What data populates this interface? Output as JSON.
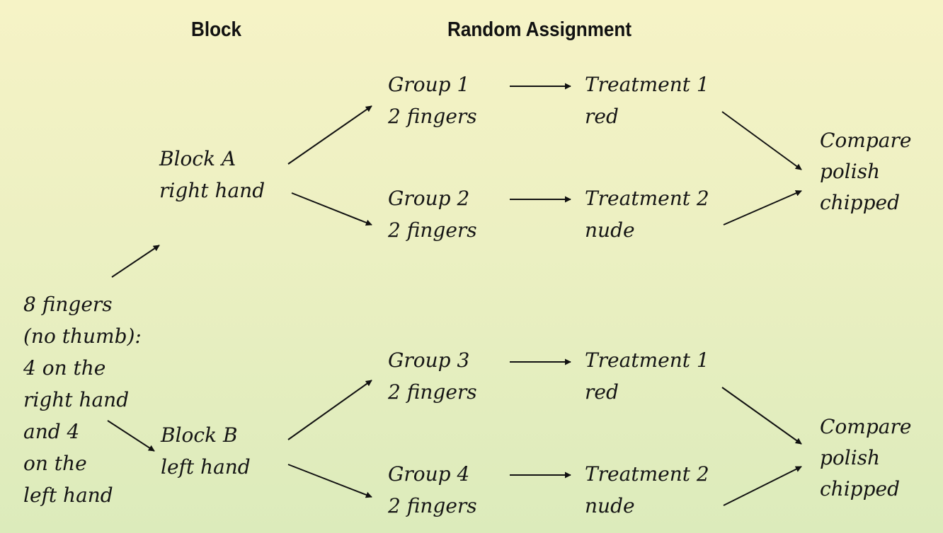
{
  "headers": {
    "block": "Block",
    "random_assignment": "Random Assignment"
  },
  "start": {
    "lines": [
      "8 fingers",
      "(no thumb):",
      "4 on the",
      "right hand",
      "and 4",
      "on the",
      "left hand"
    ]
  },
  "blocks": [
    {
      "line1": "Block A",
      "line2": "right hand"
    },
    {
      "line1": "Block B",
      "line2": "left hand"
    }
  ],
  "groups": [
    {
      "line1": "Group 1",
      "line2": "2 fingers"
    },
    {
      "line1": "Group 2",
      "line2": "2 fingers"
    },
    {
      "line1": "Group 3",
      "line2": "2 fingers"
    },
    {
      "line1": "Group 4",
      "line2": "2 fingers"
    }
  ],
  "treatments": [
    {
      "line1": "Treatment 1",
      "line2": "red"
    },
    {
      "line1": "Treatment 2",
      "line2": "nude"
    },
    {
      "line1": "Treatment 1",
      "line2": "red"
    },
    {
      "line1": "Treatment 2",
      "line2": "nude"
    }
  ],
  "compare": [
    {
      "line1": "Compare",
      "line2": "polish",
      "line3": "chipped"
    },
    {
      "line1": "Compare",
      "line2": "polish",
      "line3": "chipped"
    }
  ]
}
